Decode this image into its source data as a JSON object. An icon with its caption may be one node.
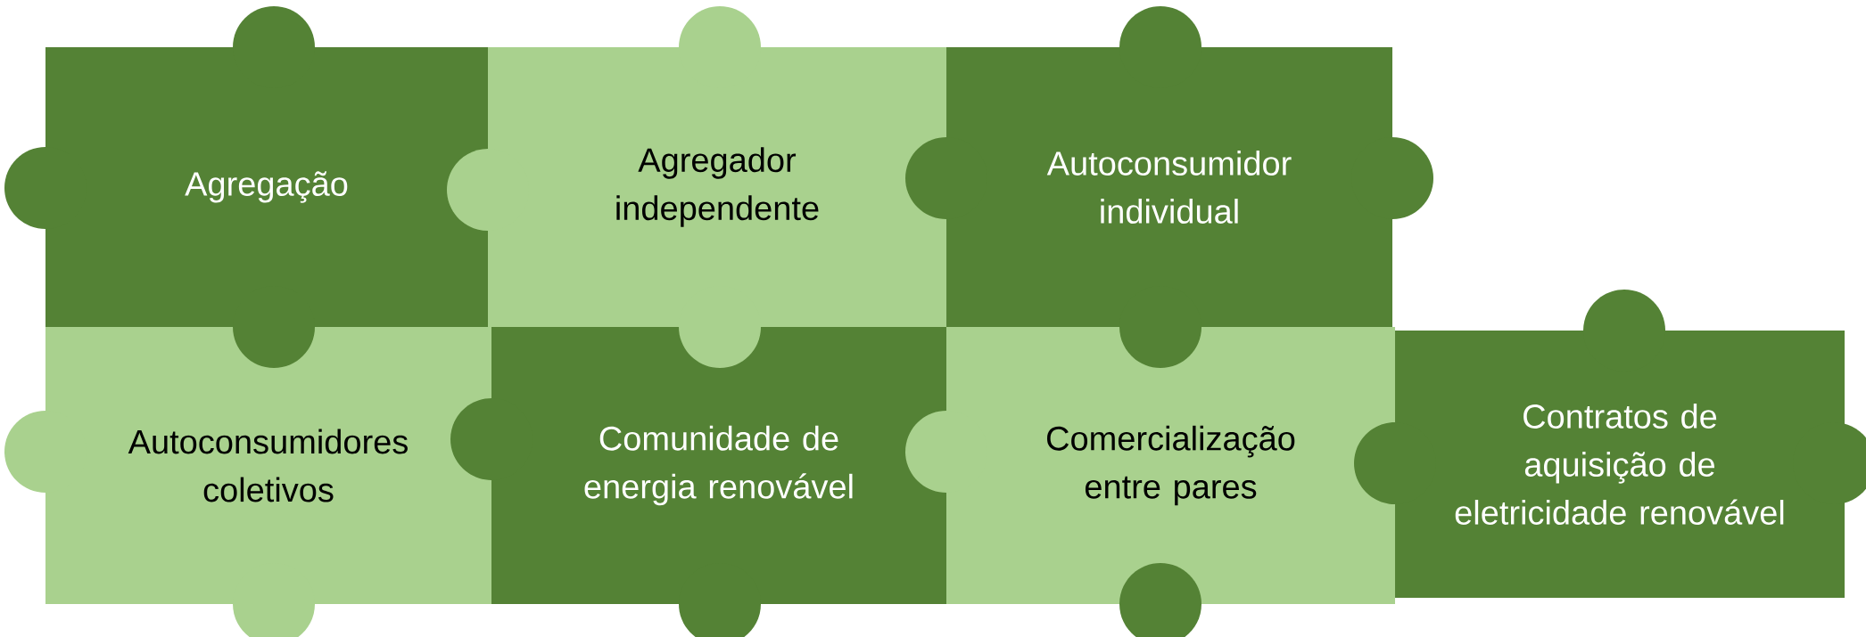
{
  "diagram": {
    "nodes": [
      {
        "text": [
          "Agregação"
        ]
      },
      {
        "text": [
          "Agregador independente"
        ]
      },
      {
        "text": [
          "Autoconsumidor individual"
        ]
      },
      {
        "text": [
          "Autoconsumidores coletivos"
        ]
      },
      {
        "text": [
          "Comunidade de energia renovável"
        ]
      },
      {
        "text": [
          "Comercialização entre pares"
        ]
      },
      {
        "text": [
          "Contratos de aquisição de eletricidade renovável"
        ]
      }
    ]
  }
}
